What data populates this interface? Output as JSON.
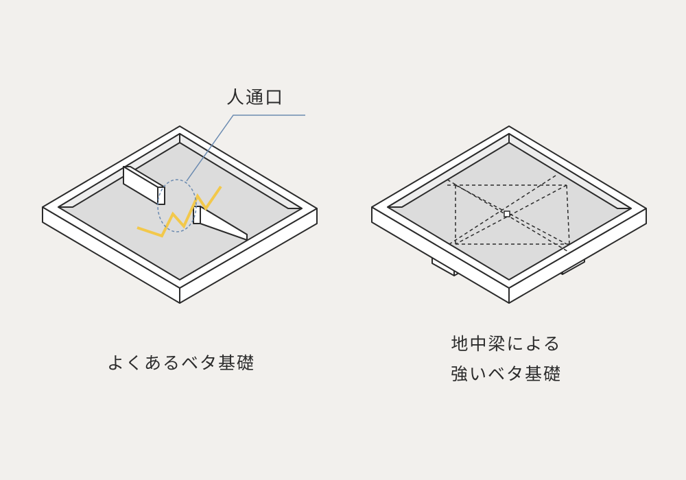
{
  "callout": {
    "label": "人通口"
  },
  "captions": {
    "left": "よくあるベタ基礎",
    "right_line1": "地中梁による",
    "right_line2": "強いベタ基礎"
  },
  "colors": {
    "background": "#f2f0ed",
    "wall_fill": "#ffffff",
    "floor_fill": "#dcdcdc",
    "outline": "#2b2b2b",
    "crack": "#f2c84b",
    "callout_line": "#6a8ab0"
  },
  "icons": {
    "crack": "crack-zigzag-icon"
  }
}
